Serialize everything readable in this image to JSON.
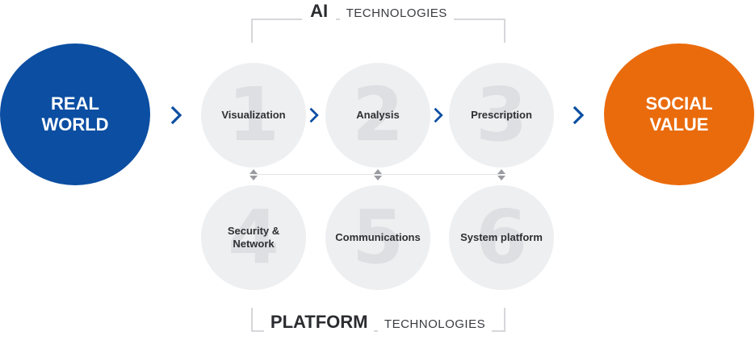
{
  "left_circle": {
    "label": "REAL\nWORLD",
    "color": "#0b4ea2"
  },
  "right_circle": {
    "label": "SOCIAL\nVALUE",
    "color": "#ea6b0c"
  },
  "ai": {
    "title": "AI",
    "subtitle": "TECHNOLOGIES"
  },
  "platform": {
    "title": "PLATFORM",
    "subtitle": "TECHNOLOGIES"
  },
  "ai_nodes": [
    {
      "number": "1",
      "label": "Visualization"
    },
    {
      "number": "2",
      "label": "Analysis"
    },
    {
      "number": "3",
      "label": "Prescription"
    }
  ],
  "platform_nodes": [
    {
      "number": "4",
      "label": "Security &\nNetwork"
    },
    {
      "number": "5",
      "label": "Communications"
    },
    {
      "number": "6",
      "label": "System platform"
    }
  ],
  "colors": {
    "arrow": "#0b4ea2",
    "connector": "#9a9ba0",
    "bracket": "#d6d7da"
  },
  "icons": {
    "arrow": "chevron-right-icon",
    "connector": "double-triangle-icon"
  }
}
